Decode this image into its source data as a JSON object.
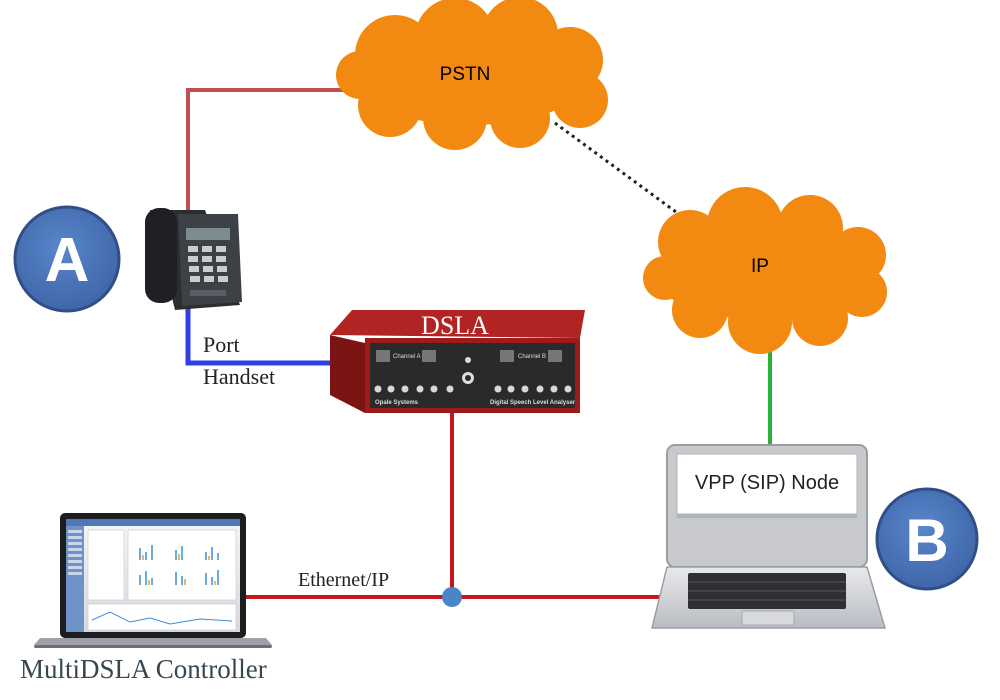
{
  "nodes": {
    "pstn": "PSTN",
    "ip": "IP",
    "dsla_title": "DSLA",
    "dsla_channel_a": "Channel A",
    "dsla_channel_b": "Channel B",
    "dsla_brand": "Opale Systems",
    "dsla_subtitle": "Digital Speech Level Analyser",
    "vpp_node": "VPP (SIP) Node",
    "controller": "MultiDSLA Controller"
  },
  "badges": {
    "a": "A",
    "b": "B"
  },
  "links": {
    "port": "Port",
    "handset": "Handset",
    "ethernet": "Ethernet/IP"
  },
  "colors": {
    "cloud": "#f28a12",
    "badge": "#4672b7",
    "phone_line": "#c0504d",
    "handset_line": "#2e3fe6",
    "ethernet_line": "#c8151b",
    "ip_link": "#27b23a",
    "dsla_body": "#9e1b1b",
    "junction": "#4a86c5"
  }
}
